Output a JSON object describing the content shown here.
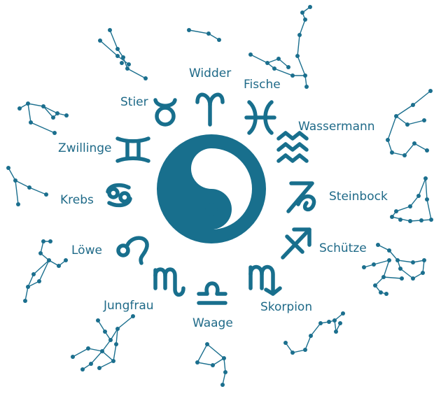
{
  "accent_color": "#186f8d",
  "center_icon": "yin-yang-icon",
  "signs": [
    {
      "key": "aries",
      "label": "Widder",
      "icon": "aries-icon"
    },
    {
      "key": "pisces",
      "label": "Fische",
      "icon": "pisces-icon"
    },
    {
      "key": "aquarius",
      "label": "Wassermann",
      "icon": "aquarius-icon"
    },
    {
      "key": "capricorn",
      "label": "Steinbock",
      "icon": "capricorn-icon"
    },
    {
      "key": "sagittarius",
      "label": "Schütze",
      "icon": "sagittarius-icon"
    },
    {
      "key": "scorpio",
      "label": "Skorpion",
      "icon": "scorpio-icon"
    },
    {
      "key": "libra",
      "label": "Waage",
      "icon": "libra-icon"
    },
    {
      "key": "virgo",
      "label": "Jungfrau",
      "icon": "virgo-icon"
    },
    {
      "key": "leo",
      "label": "Löwe",
      "icon": "leo-icon"
    },
    {
      "key": "cancer",
      "label": "Krebs",
      "icon": "cancer-icon"
    },
    {
      "key": "gemini",
      "label": "Zwillinge",
      "icon": "gemini-icon"
    },
    {
      "key": "taurus",
      "label": "Stier",
      "icon": "taurus-icon"
    }
  ]
}
